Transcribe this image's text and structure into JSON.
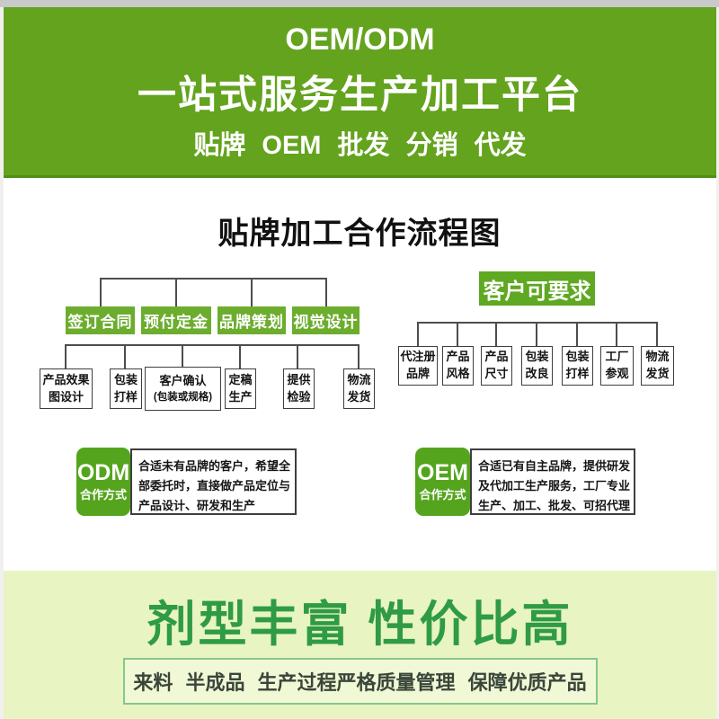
{
  "banner": {
    "line1": "OEM/ODM",
    "line2": "一站式服务生产加工平台",
    "line3": "贴牌 OEM 批发 分销 代发"
  },
  "flowchart": {
    "title": "贴牌加工合作流程图",
    "left": {
      "row1": [
        "签订合同",
        "预付定金",
        "品牌策划",
        "视觉设计"
      ],
      "row2": [
        {
          "l1": "产品效果",
          "l2": "图设计"
        },
        {
          "l1": "包装",
          "l2": "打样"
        },
        {
          "l1": "客户确认",
          "l2": "(包装或规格)"
        },
        {
          "l1": "定稿",
          "l2": "生产"
        },
        {
          "l1": "提供",
          "l2": "检验"
        },
        {
          "l1": "物流",
          "l2": "发货"
        }
      ]
    },
    "right": {
      "header": "客户可要求",
      "row": [
        {
          "l1": "代注册",
          "l2": "品牌"
        },
        {
          "l1": "产品",
          "l2": "风格"
        },
        {
          "l1": "产品",
          "l2": "尺寸"
        },
        {
          "l1": "包装",
          "l2": "改良"
        },
        {
          "l1": "包装",
          "l2": "打样"
        },
        {
          "l1": "工厂",
          "l2": "参观"
        },
        {
          "l1": "物流",
          "l2": "发货"
        }
      ]
    },
    "odm": {
      "title": "ODM",
      "subtitle": "合作方式",
      "desc": "合适未有品牌的客户，希望全部委托时，直接做产品定位与产品设计、研发和生产"
    },
    "oem": {
      "title": "OEM",
      "subtitle": "合作方式",
      "desc": "合适已有自主品牌，提供研发及代加工生产服务，工厂专业生产、加工、批发、可招代理"
    }
  },
  "footer": {
    "title": "剂型丰富 性价比高",
    "subtitle": "来料 半成品 生产过程严格质量管理 保障优质产品"
  },
  "colors": {
    "banner_green": "#63a31e",
    "step_green": "#6cad2e",
    "header_green": "#5fa822",
    "coop_green": "#54a51d",
    "footer_bg": "#e8f4c2",
    "footer_title_green": "#2f9b45",
    "top_strip_gray": "#c9c9c9"
  }
}
